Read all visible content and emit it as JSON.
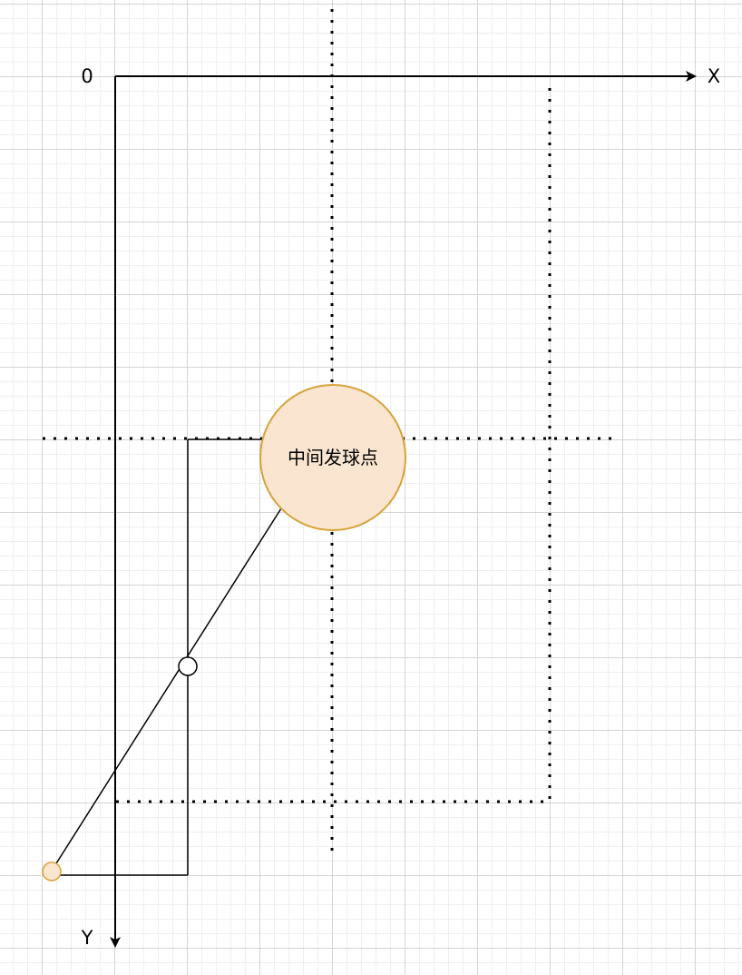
{
  "labels": {
    "origin": "0",
    "x_axis": "X",
    "y_axis": "Y",
    "center_point": "中间发球点"
  },
  "colors": {
    "ball_fill": "#fae6d0",
    "ball_stroke": "#d6a33a",
    "line": "#000000",
    "grid_major": "#d4d4d4",
    "grid_minor": "#efefef"
  }
}
